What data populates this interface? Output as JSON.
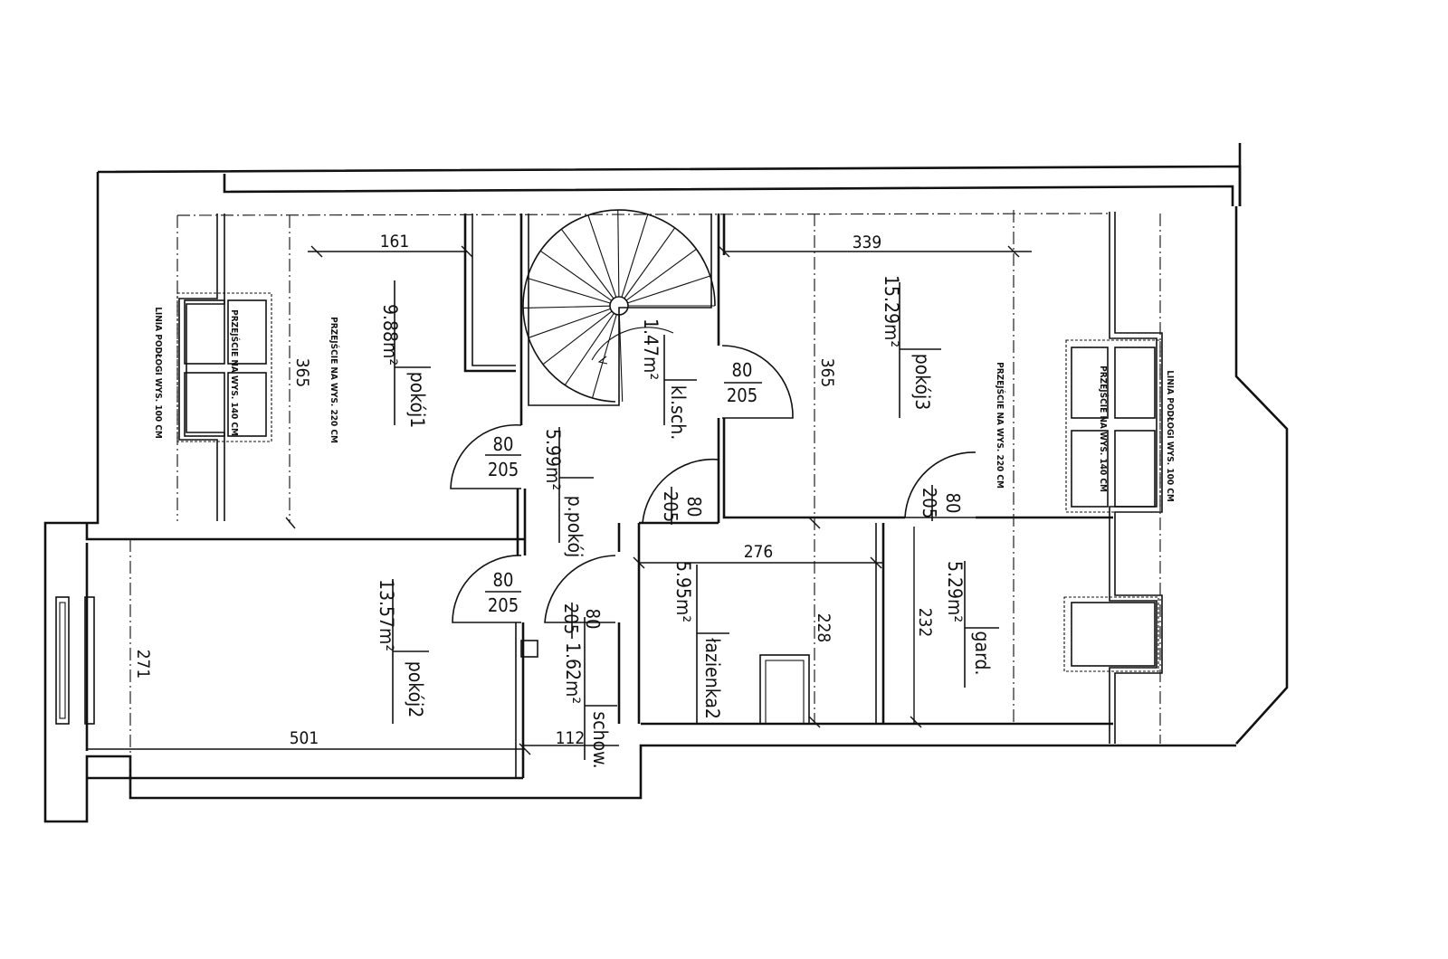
{
  "rooms": {
    "pokoj1": {
      "area": "9.88m²",
      "name": "pokój1"
    },
    "pokoj2": {
      "area": "13.57m²",
      "name": "pokój2"
    },
    "pokoj3": {
      "area": "15.29m²",
      "name": "pokój3"
    },
    "klatka": {
      "area": "1.47m²",
      "name": "kl.sch."
    },
    "przedpokoj": {
      "area": "5.99m²",
      "name": "p.pokój"
    },
    "lazienka": {
      "area": "5.95m²",
      "name": "łazienka2"
    },
    "garderoba": {
      "area": "5.29m²",
      "name": "gard."
    },
    "schowek": {
      "area": "1.62m²",
      "name": "schow."
    }
  },
  "dimensions": {
    "d161": "161",
    "d339": "339",
    "d365a": "365",
    "d365b": "365",
    "d271": "271",
    "d501": "501",
    "d112": "112",
    "d276": "276",
    "d228": "228",
    "d232": "232"
  },
  "doors": {
    "w": "80",
    "h": "205"
  },
  "notes": {
    "przejscie220": "PRZEJŚCIE NA WYS. 220 CM",
    "przejscie140": "PRZEJŚCIE NA WYS. 140 CM",
    "linia100": "LINIA PODŁOGI WYS. 100 CM"
  }
}
